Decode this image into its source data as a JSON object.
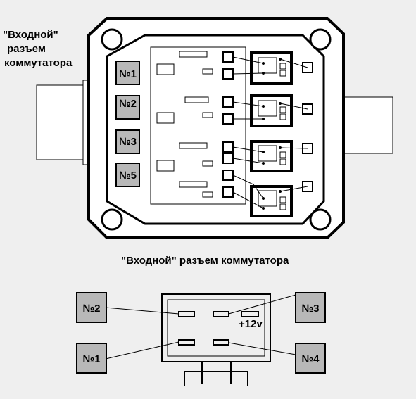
{
  "top_label": {
    "line1": "\"Входной\"",
    "line2": "разъем",
    "line3": "коммутатора"
  },
  "top_pins": [
    "№1",
    "№2",
    "№3",
    "№5"
  ],
  "connector_title": "\"Входной\" разъем  коммутатора",
  "bottom_pins": {
    "left_top": "№2",
    "left_bottom": "№1",
    "right_top": "№3",
    "right_bottom": "№4"
  },
  "supply_label": "+12v"
}
